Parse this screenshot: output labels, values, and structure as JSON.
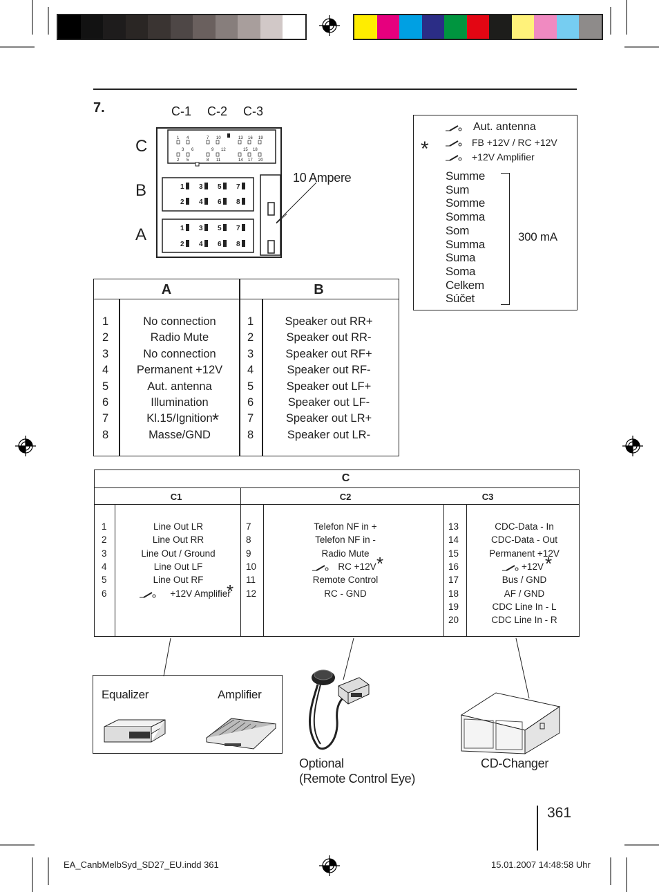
{
  "colors": {
    "gray_bar": [
      "#000000",
      "#121212",
      "#1e1c1c",
      "#2a2624",
      "#3a3432",
      "#4e4746",
      "#6a605e",
      "#877e7c",
      "#a89e9c",
      "#d1c8c7",
      "#ffffff"
    ],
    "color_bar": [
      "#ffed00",
      "#e6007e",
      "#00a0e3",
      "#2b2d86",
      "#00953f",
      "#e30613",
      "#1d1d1b",
      "#fff27a",
      "#f08ac1",
      "#76cdf1",
      "#8e8b8a"
    ]
  },
  "section_number": "7.",
  "connector_labels": {
    "c1": "C-1",
    "c2": "C-2",
    "c3": "C-3",
    "row_c": "C",
    "row_b": "B",
    "row_a": "A",
    "ampere": "10 Ampere"
  },
  "c_pins": {
    "top": [
      "1",
      "4",
      "7",
      "10",
      "13",
      "16",
      "19"
    ],
    "mid": [
      "3",
      "6",
      "9",
      "12",
      "15",
      "18"
    ],
    "bot": [
      "2",
      "5",
      "8",
      "11",
      "14",
      "17",
      "20"
    ]
  },
  "block_pins": {
    "top": [
      "1",
      "3",
      "5",
      "7"
    ],
    "bottom": [
      "2",
      "4",
      "6",
      "8"
    ]
  },
  "legend": {
    "star": "*",
    "items": [
      "Aut. antenna",
      "FB +12V  / RC +12V",
      "+12V Amplifier"
    ],
    "sum_words": [
      "Summe",
      "Sum",
      "Somme",
      "Somma",
      "Som",
      "Summa",
      "Suma",
      "Soma",
      "Celkem",
      "Súčet"
    ],
    "current": "300 mA"
  },
  "table_ab": {
    "header_a": "A",
    "header_b": "B",
    "pins": [
      "1",
      "2",
      "3",
      "4",
      "5",
      "6",
      "7",
      "8"
    ],
    "a_signals": [
      "No connection",
      "Radio Mute",
      "No connection",
      "Permanent +12V",
      "Aut. antenna",
      "Illumination",
      "Kl.15/Ignition",
      "Masse/GND"
    ],
    "b_signals": [
      "Speaker out RR+",
      "Speaker out RR-",
      "Speaker out RF+",
      "Speaker out RF-",
      "Speaker out LF+",
      "Speaker out LF-",
      "Speaker out LR+",
      "Speaker out LR-"
    ]
  },
  "table_c": {
    "header": "C",
    "c1": "C1",
    "c2": "C2",
    "c3": "C3",
    "c1_pins": [
      "1",
      "2",
      "3",
      "4",
      "5",
      "6"
    ],
    "c1_signals": [
      "Line Out LR",
      "Line Out RR",
      "Line Out / Ground",
      "Line Out LF",
      "Line Out RF",
      "+12V Amplifier"
    ],
    "c2_pins": [
      "7",
      "8",
      "9",
      "10",
      "11",
      "12"
    ],
    "c2_signals": [
      "Telefon NF in +",
      "Telefon NF in -",
      "Radio Mute",
      "RC +12V",
      "Remote Control",
      "RC - GND"
    ],
    "c3_pins": [
      "13",
      "14",
      "15",
      "16",
      "17",
      "18",
      "19",
      "20"
    ],
    "c3_signals": [
      "CDC-Data - In",
      "CDC-Data - Out",
      "Permanent +12V",
      "+12V",
      "Bus / GND",
      "AF / GND",
      "CDC Line In - L",
      "CDC Line In - R"
    ]
  },
  "devices": {
    "equalizer": "Equalizer",
    "amplifier": "Amplifier",
    "optional": "Optional",
    "optional_sub": "(Remote Control Eye)",
    "cd_changer": "CD-Changer"
  },
  "page_number": "361",
  "footer": {
    "file": "EA_CanbMelbSyd_SD27_EU.indd   361",
    "date": "15.01.2007   14:48:58 Uhr"
  }
}
